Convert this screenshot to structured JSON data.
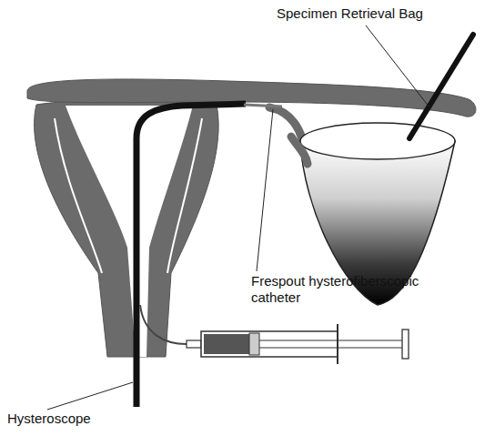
{
  "diagram": {
    "labels": [
      "Specimen Retrieval Bag",
      "Frespout hysterofiberscopic catheter",
      "Hysteroscope"
    ]
  }
}
